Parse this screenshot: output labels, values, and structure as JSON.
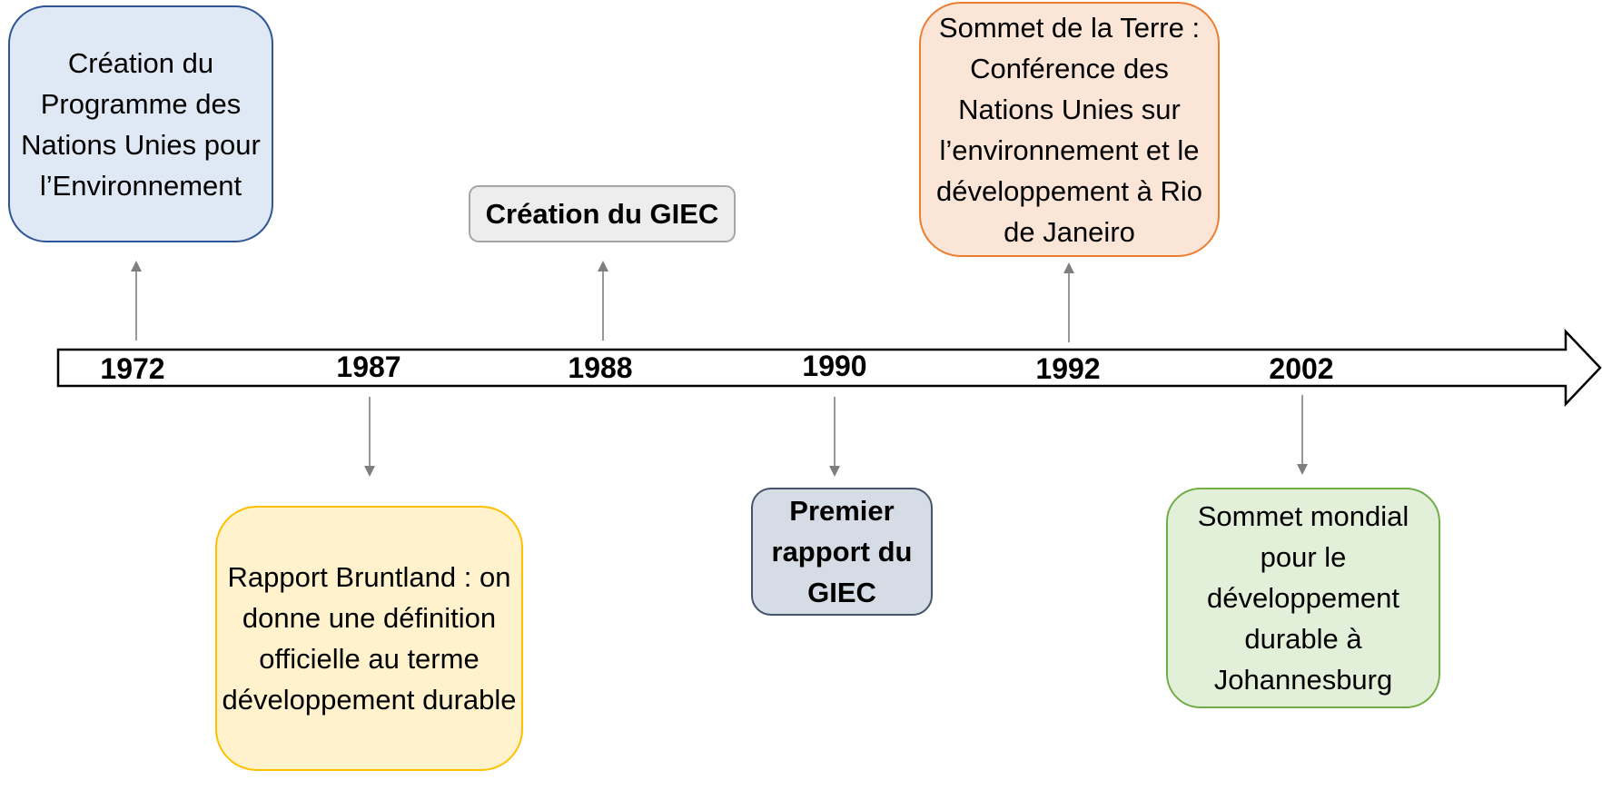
{
  "timeline": {
    "events": [
      {
        "year": "1972",
        "text": "Création du Programme des Nations Unies pour l’Environnement",
        "fill": "#dfe9f5",
        "stroke": "#2f5597",
        "bold": false
      },
      {
        "year": "1987",
        "text": "Rapport Bruntland : on donne une définition officielle au terme développement durable",
        "fill": "#fff2cc",
        "stroke": "#ffc000",
        "bold": false
      },
      {
        "year": "1988",
        "text": "Création du GIEC",
        "fill": "#ededed",
        "stroke": "#a5a5a5",
        "bold": true
      },
      {
        "year": "1990",
        "text": "Premier rapport du GIEC",
        "fill": "#d6dce5",
        "stroke": "#44546a",
        "bold": true
      },
      {
        "year": "1992",
        "text": "Sommet de la Terre : Conférence des Nations Unies sur l’environnement et le développement à Rio de Janeiro",
        "fill": "#fbe5d6",
        "stroke": "#ed7d31",
        "bold": false
      },
      {
        "year": "2002",
        "text": "Sommet mondial pour le développement durable à Johannesburg",
        "fill": "#e2f0d9",
        "stroke": "#70ad47",
        "bold": false
      }
    ]
  },
  "colors": {
    "arrow_stroke": "#000000",
    "connector": "#7f7f7f"
  }
}
